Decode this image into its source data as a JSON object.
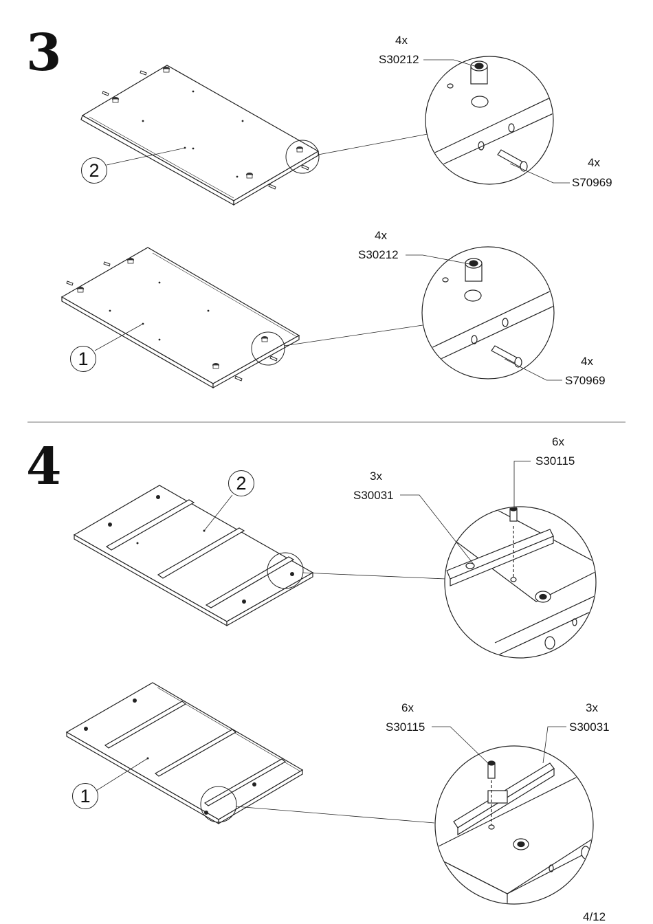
{
  "steps": [
    {
      "number": "3",
      "panels": [
        {
          "part": "2",
          "cam_qty": "4x",
          "cam_code": "S30212",
          "dowel_qty": "4x",
          "dowel_code": "S70969"
        },
        {
          "part": "1",
          "cam_qty": "4x",
          "cam_code": "S30212",
          "dowel_qty": "4x",
          "dowel_code": "S70969"
        }
      ]
    },
    {
      "number": "4",
      "panels": [
        {
          "part": "2",
          "rail_qty": "3x",
          "rail_code": "S30031",
          "screw_qty": "6x",
          "screw_code": "S30115"
        },
        {
          "part": "1",
          "screw_qty": "6x",
          "screw_code": "S30115",
          "rail_qty": "3x",
          "rail_code": "S30031"
        }
      ]
    }
  ],
  "page": "4/12"
}
